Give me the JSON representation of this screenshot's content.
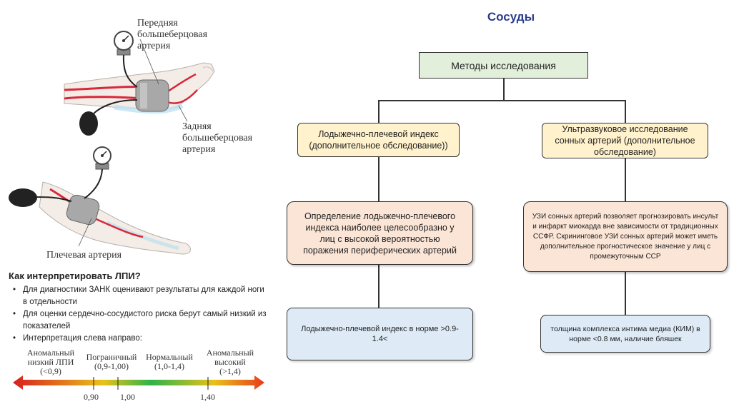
{
  "illustration": {
    "label_anterior": "Передняя большеберцовая артерия",
    "label_posterior": "Задняя большеберцовая артерия",
    "label_brachial": "Плечевая артерия"
  },
  "interpretation": {
    "title": "Как интерпретировать ЛПИ?",
    "bullets": [
      "Для диагностики ЗАНК оценивают результаты для каждой ноги в отдельности",
      "Для оценки сердечно-сосудистого риска берут самый низкий из показателей",
      "Интерпретация слева направо:"
    ]
  },
  "scale": {
    "categories": [
      {
        "label": "Аномальный низкий ЛПИ",
        "range": "(<0,9)"
      },
      {
        "label": "Пограничный",
        "range": "(0,9-1,00)"
      },
      {
        "label": "Нормальный",
        "range": "(1,0-1,4)"
      },
      {
        "label": "Аномальный высокий",
        "range": "(>1,4)"
      }
    ],
    "ticks": [
      "0,90",
      "1,00",
      "1,40"
    ],
    "colors": [
      "#d81e1e",
      "#e8c21a",
      "#2db34a",
      "#e8c21a",
      "#e83a1a"
    ]
  },
  "diagram": {
    "title": "Сосуды",
    "root": "Методы исследования",
    "left": {
      "header": "Лодыжечно-плечевой индекс (дополнительное обследование))",
      "detail": "Определение лодыжечно-плечевого индекса наиболее целесообразно у лиц с высокой вероятностью поражения периферических артерий",
      "result": "Лодыжечно-плечевой индекс в норме >0.9-1.4<"
    },
    "right": {
      "header": "Ультразвуковое исследование сонных артерий (дополнительное обследование)",
      "detail": "УЗИ сонных артерий позволяет прогнозировать инсульт и инфаркт миокарда вне зависимости от традиционных ССФР. Скрининговое УЗИ сонных артерий может иметь дополнительное прогностическое значение у лиц с промежуточным ССР",
      "result": "толщина комплекса интима медиа (КИМ) в норме <0.8 мм, наличие бляшек"
    }
  }
}
